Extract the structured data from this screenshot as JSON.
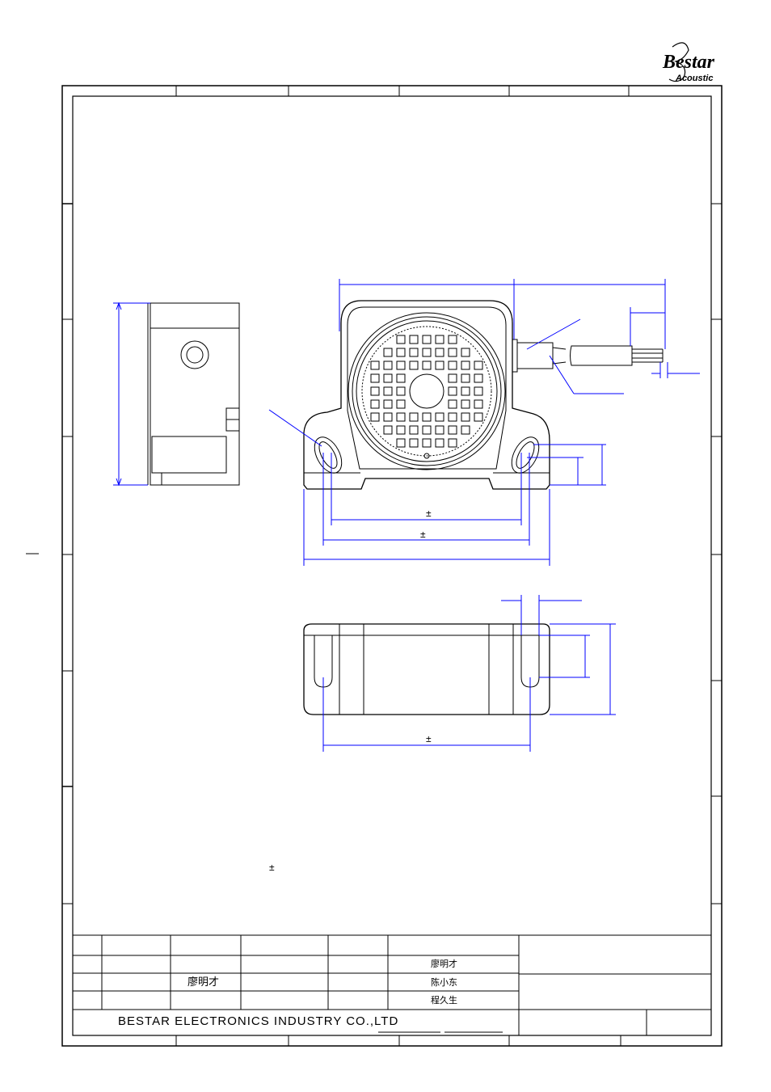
{
  "logo": {
    "brand": "Bestar",
    "sub": "Acoustic"
  },
  "dim_symbols": {
    "pm": "±"
  },
  "note_pm": "±",
  "title_block": {
    "name_drawn": "廖明才",
    "row1_name": "廖明才",
    "row2_name": "陈小东",
    "row3_name": "程久生",
    "company": "BESTAR ELECTRONICS INDUSTRY CO.,LTD"
  }
}
